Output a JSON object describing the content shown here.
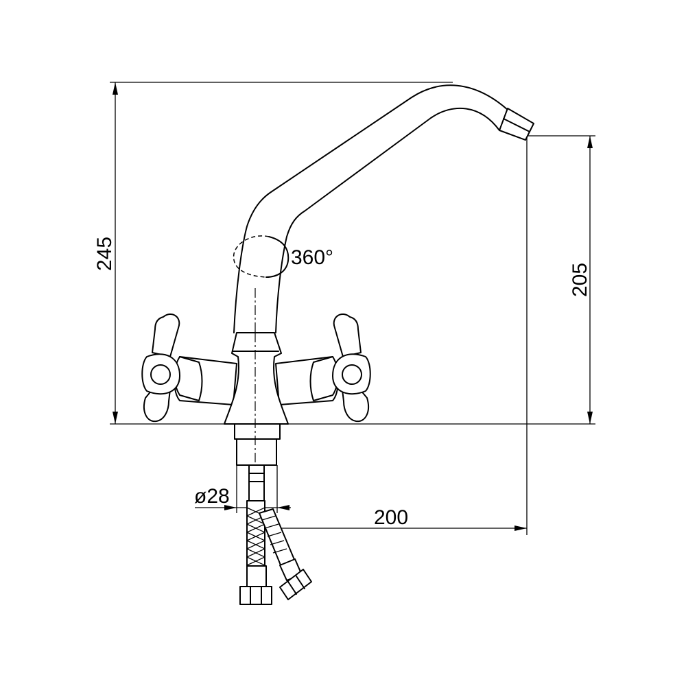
{
  "labels": {
    "height_total": "245",
    "spout_height": "205",
    "rotation": "360°",
    "reach": "200",
    "base_diameter": "ø28"
  }
}
